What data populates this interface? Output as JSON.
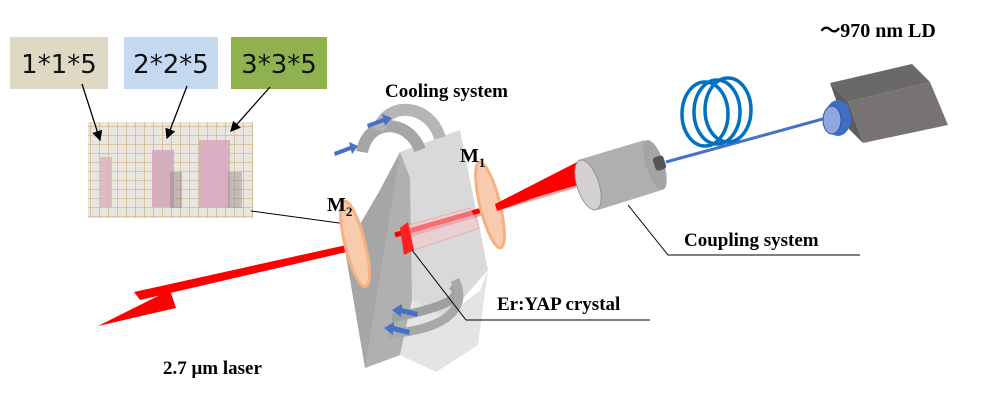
{
  "labels": {
    "ld": "～970 nm LD",
    "cooling": "Cooling system",
    "m1_main": "M",
    "m1_sub": "1",
    "m2_main": "M",
    "m2_sub": "2",
    "coupling": "Coupling system",
    "crystal": "Er:YAP crystal",
    "output": "2.7 μm laser"
  },
  "crystal_sizes": [
    {
      "label": "1*1*5",
      "color": "#ddd9c4"
    },
    {
      "label": "2*2*5",
      "color": "#c5d9f1"
    },
    {
      "label": "3*3*5",
      "color": "#8fb24f"
    }
  ],
  "colors": {
    "laser": "#ff0000",
    "mirror": "#f4b183",
    "fiber": "#1f77c4",
    "arrow": "#4472c4",
    "block": "#bfbfbf",
    "ld_body": "#7f7f7f"
  }
}
